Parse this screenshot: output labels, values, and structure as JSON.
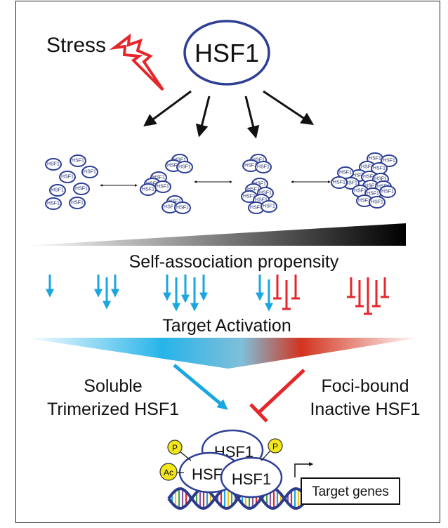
{
  "stress_label": "Stress",
  "hsf1_main": "HSF1",
  "molecule_label": "HSF1",
  "gradient_label": "Self-association propensity",
  "activation_label": "Target Activation",
  "soluble_line1": "Soluble",
  "soluble_line2": "Trimerized HSF1",
  "foci_line1": "Foci-bound",
  "foci_line2": "Inactive HSF1",
  "complex_top": "HSF1",
  "complex_left": "HSF",
  "complex_right": "HSF1",
  "ptm_p": "P",
  "ptm_ac": "Ac",
  "target_genes": "Target genes",
  "colors": {
    "hsf1_outline": "#2e3f95",
    "activation_blue": "#1aa6e0",
    "repression_red": "#e5262b",
    "stress_bolt": "#e5262b",
    "ptm_yellow": "#f3e61b"
  }
}
